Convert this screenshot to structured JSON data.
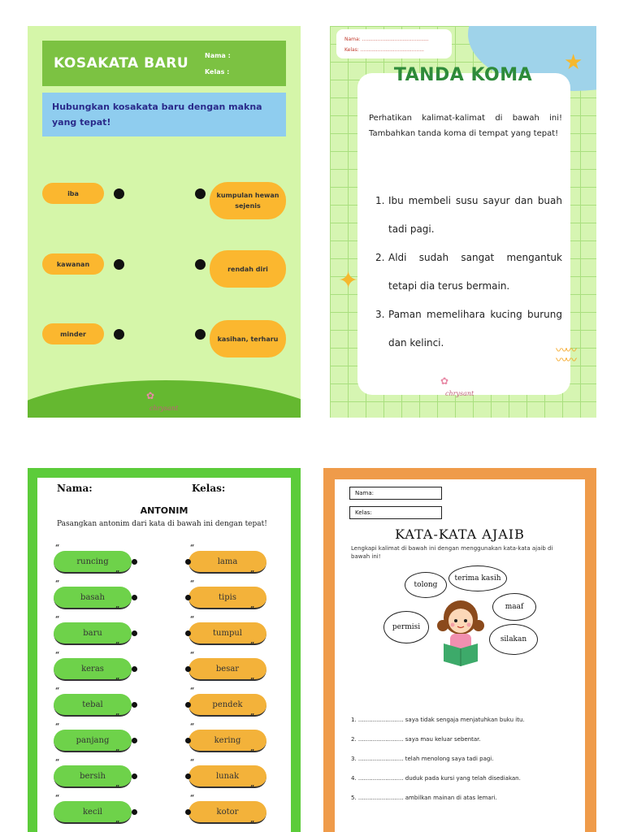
{
  "ws1": {
    "title": "KOSAKATA BARU",
    "name_label": "Nama   :",
    "class_label": "Kelas   :",
    "instruction": "Hubungkan kosakata baru dengan makna yang tepat!",
    "left_words": [
      "iba",
      "kawanan",
      "minder"
    ],
    "right_meanings": [
      "kumpulan hewan sejenis",
      "rendah diri",
      "kasihan, terharu"
    ],
    "logo": "chrysant"
  },
  "ws2": {
    "name_label": "Nama: ...........................................",
    "class_label": "Kelas: .........................................",
    "title": "TANDA KOMA",
    "instruction": "Perhatikan kalimat-kalimat di bawah ini! Tambahkan tanda koma di tempat yang tepat!",
    "items": [
      {
        "num": "1.",
        "text": "Ibu membeli susu sayur dan buah tadi pagi."
      },
      {
        "num": "2.",
        "text": "Aldi sudah sangat mengantuk tetapi dia terus bermain."
      },
      {
        "num": "3.",
        "text": "Paman memelihara kucing burung dan kelinci."
      }
    ],
    "logo": "chrysant"
  },
  "ws3": {
    "name_label": "Nama:",
    "class_label": "Kelas:",
    "title": "ANTONIM",
    "instruction": "Pasangkan antonim dari kata di bawah ini dengan tepat!",
    "left_words": [
      "runcing",
      "basah",
      "baru",
      "keras",
      "tebal",
      "panjang",
      "bersih",
      "kecil"
    ],
    "right_words": [
      "lama",
      "tipis",
      "tumpul",
      "besar",
      "pendek",
      "kering",
      "lunak",
      "kotor"
    ],
    "quote_open": "“",
    "quote_close": "”",
    "colors": {
      "green": "#6ed24a",
      "orange": "#f3b23a",
      "frame": "#5ccc3a"
    }
  },
  "ws4": {
    "name_label": "Nama:",
    "class_label": "Kelas:",
    "title": "KATA-KATA AJAIB",
    "instruction": "Lengkapi kalimat di bawah ini dengan menggunakan kata-kata ajaib di bawah ini!",
    "magic_words": [
      "tolong",
      "terima kasih",
      "maaf",
      "permisi",
      "silakan"
    ],
    "sentences": [
      "1. ......................... saya tidak sengaja menjatuhkan buku itu.",
      "2. ......................... saya mau keluar sebentar.",
      "3. ......................... telah menolong saya tadi pagi.",
      "4. ......................... duduk pada kursi yang telah disediakan.",
      "5. ......................... ambilkan mainan di atas lemari."
    ],
    "colors": {
      "frame": "#ef9b4a"
    }
  }
}
